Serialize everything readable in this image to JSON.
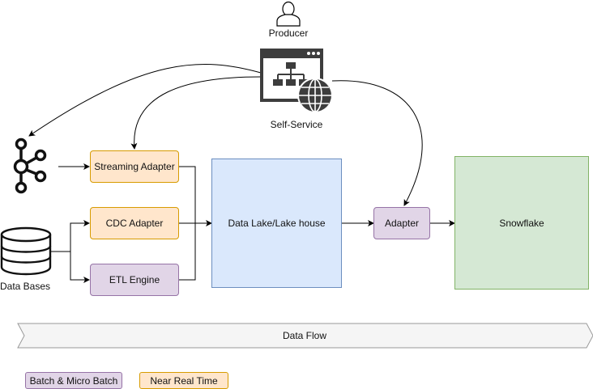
{
  "producer": {
    "label": "Producer",
    "icon": "user-icon"
  },
  "self_service": {
    "label": "Self-Service",
    "icon": "web-sitemap-globe-icon"
  },
  "kafka": {
    "icon": "kafka-icon"
  },
  "databases": {
    "label": "Data Bases",
    "icon": "database-icon"
  },
  "nodes": {
    "streaming_adapter": "Streaming Adapter",
    "cdc_adapter": "CDC Adapter",
    "etl_engine": "ETL Engine",
    "data_lake": "Data Lake/Lake house",
    "adapter": "Adapter",
    "snowflake": "Snowflake"
  },
  "data_flow": {
    "label": "Data Flow"
  },
  "legend": {
    "batch": "Batch & Micro Batch",
    "near_real_time": "Near Real Time"
  },
  "colors": {
    "orange_fill": "#ffe6cc",
    "orange_stroke": "#d79b00",
    "purple_fill": "#e1d5e7",
    "purple_stroke": "#9673a6",
    "blue_fill": "#dae8fc",
    "blue_stroke": "#6c8ebf",
    "green_fill": "#d5e8d4",
    "green_stroke": "#82b366"
  }
}
